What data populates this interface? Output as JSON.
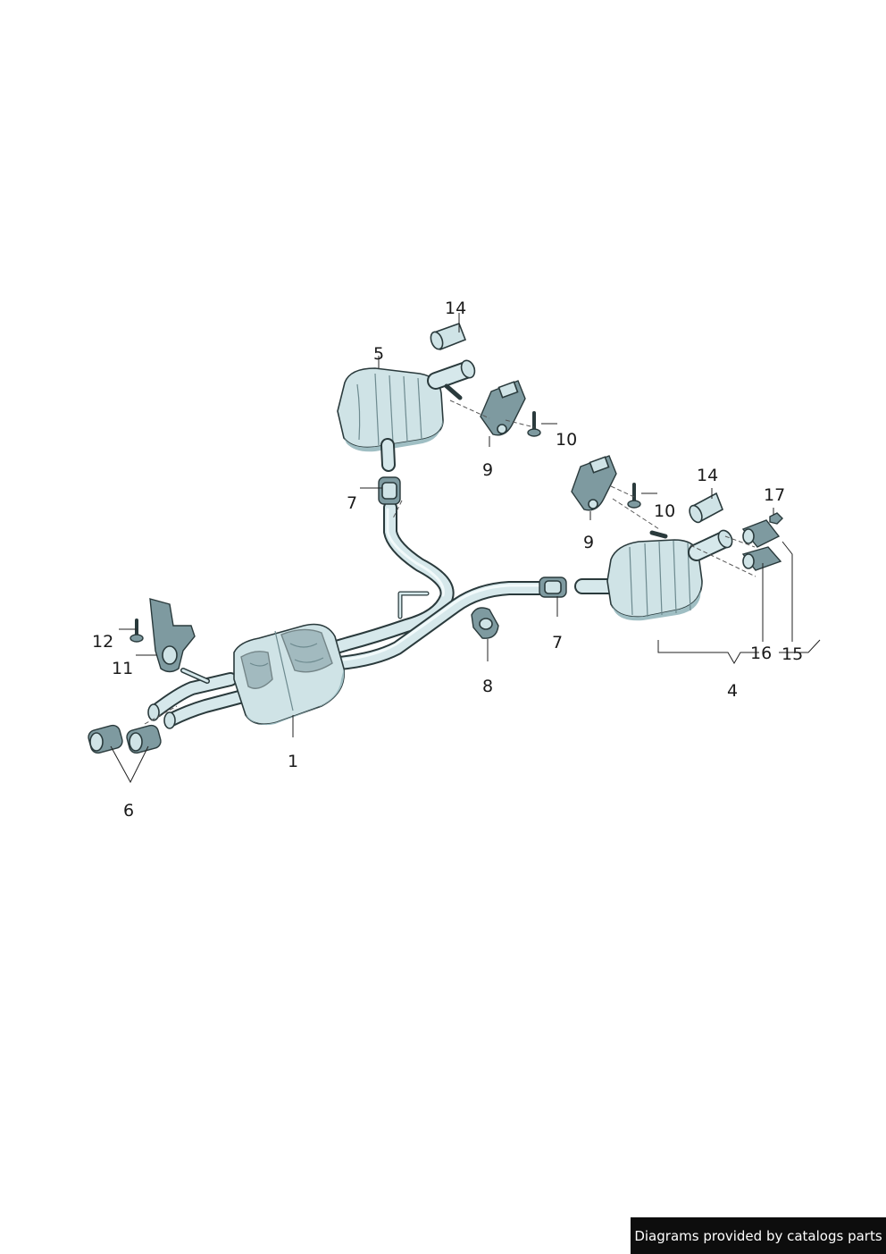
{
  "callouts": {
    "c1": "1",
    "c4": "4",
    "c5": "5",
    "c6": "6",
    "c7a": "7",
    "c7b": "7",
    "c8": "8",
    "c9a": "9",
    "c9b": "9",
    "c10a": "10",
    "c10b": "10",
    "c11": "11",
    "c12": "12",
    "c14a": "14",
    "c14b": "14",
    "c15": "15",
    "c16": "16",
    "c17": "17"
  },
  "footer": {
    "text": "Diagrams provided by catalogs parts"
  },
  "colors": {
    "part_fill": "#cfe3e6",
    "part_outline": "#2a3a3c",
    "footer_bg": "#0d0d0d",
    "footer_text": "#ffffff"
  }
}
